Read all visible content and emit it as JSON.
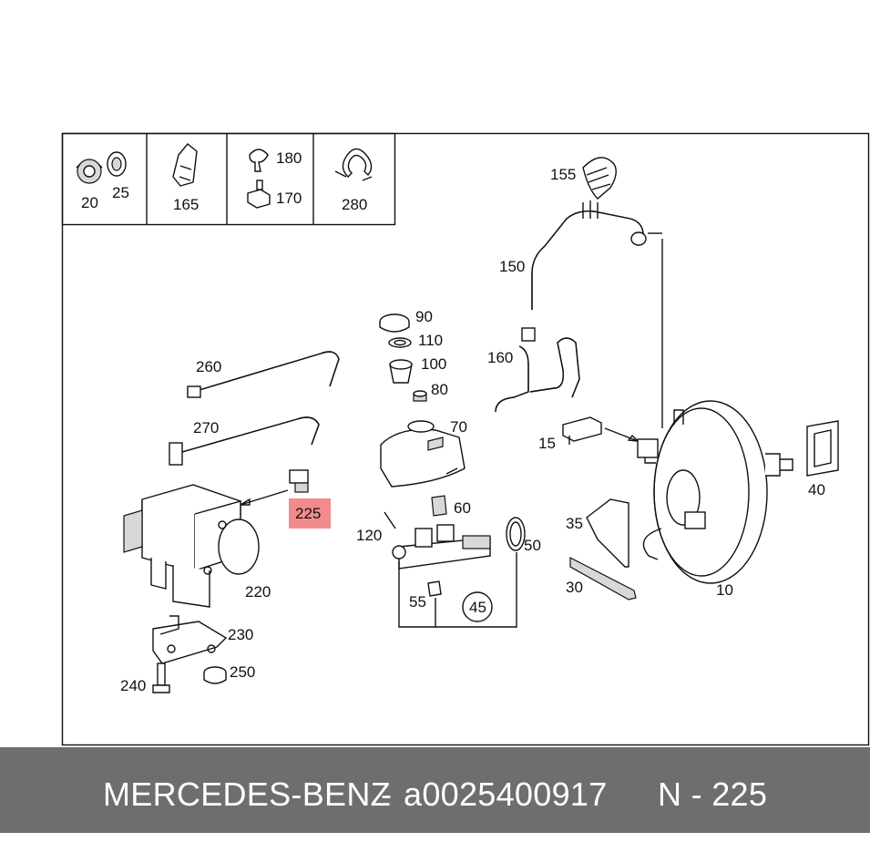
{
  "callouts": {
    "c20": "20",
    "c25": "25",
    "c165": "165",
    "c180": "180",
    "c170": "170",
    "c280": "280",
    "c155": "155",
    "c150": "150",
    "c160": "160",
    "c90": "90",
    "c110": "110",
    "c100": "100",
    "c80": "80",
    "c260": "260",
    "c270": "270",
    "c70": "70",
    "c15": "15",
    "c40": "40",
    "c225": "225",
    "c60": "60",
    "c120": "120",
    "c50": "50",
    "c35": "35",
    "c30": "30",
    "c10": "10",
    "c55": "55",
    "c45": "45",
    "c220": "220",
    "c230": "230",
    "c250": "250",
    "c240": "240"
  },
  "highlight_color": "#f28b8b",
  "footer": {
    "brand": "MERCEDES-BENZ",
    "sep": "-",
    "part_number": "a0025400917",
    "position": "N - 225"
  }
}
